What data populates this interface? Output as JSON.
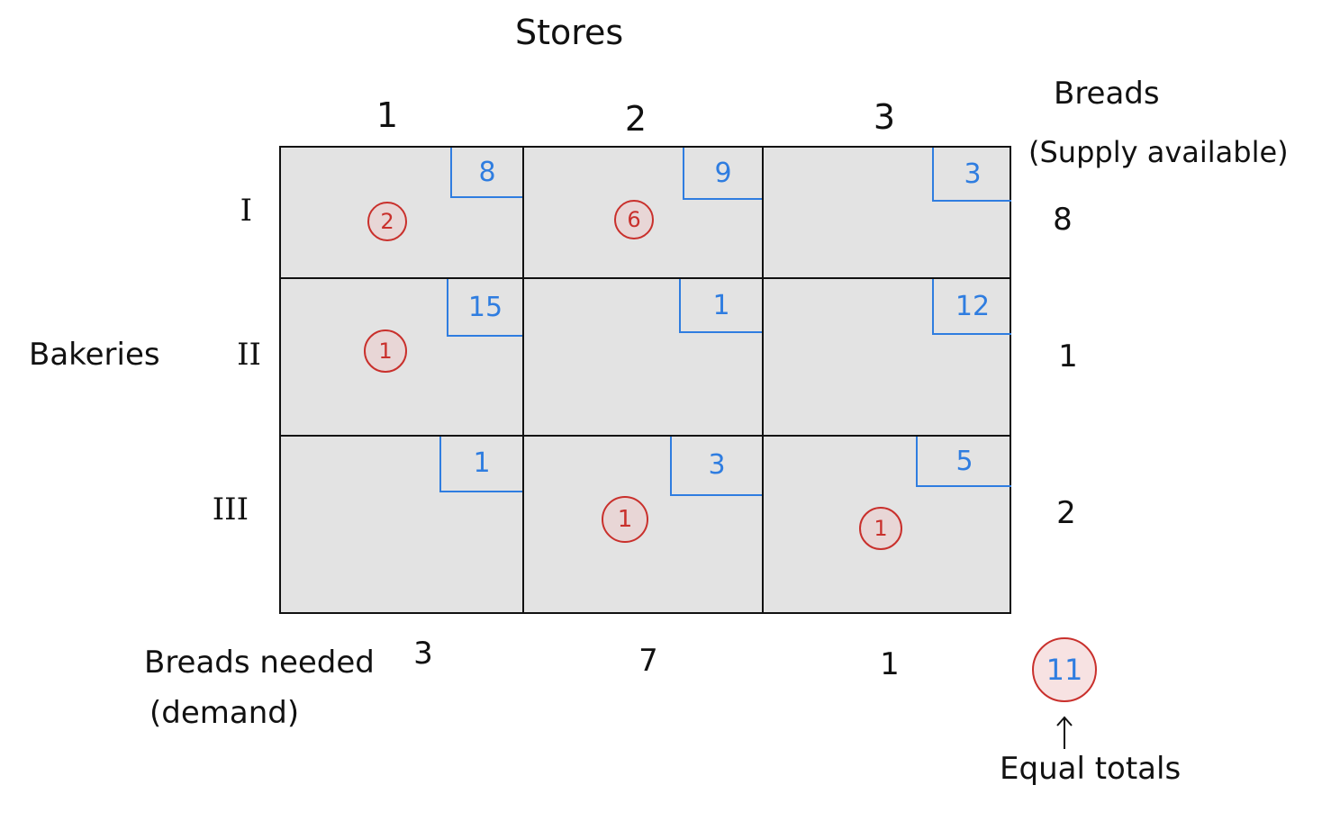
{
  "title": "Stores",
  "supply_header": {
    "line1": "Breads",
    "line2": "(Supply available)"
  },
  "demand_header": {
    "line1": "Breads needed",
    "line2": "(demand)"
  },
  "row_axis_label": "Bakeries",
  "columns": [
    "1",
    "2",
    "3"
  ],
  "rows": [
    {
      "label": "I",
      "supply": "8",
      "costs": [
        "8",
        "9",
        "3"
      ],
      "allocations": [
        "2",
        "6",
        ""
      ]
    },
    {
      "label": "II",
      "supply": "1",
      "costs": [
        "15",
        "1",
        "12"
      ],
      "allocations": [
        "1",
        "",
        ""
      ]
    },
    {
      "label": "III",
      "supply": "2",
      "costs": [
        "1",
        "3",
        "5"
      ],
      "allocations": [
        "",
        "1",
        "1"
      ]
    }
  ],
  "demand": [
    "3",
    "7",
    "1"
  ],
  "total": "11",
  "total_note": "Equal totals",
  "colors": {
    "cost": "#2f7de0",
    "allocation": "#c9302c",
    "cell_fill": "#e3e3e3"
  }
}
